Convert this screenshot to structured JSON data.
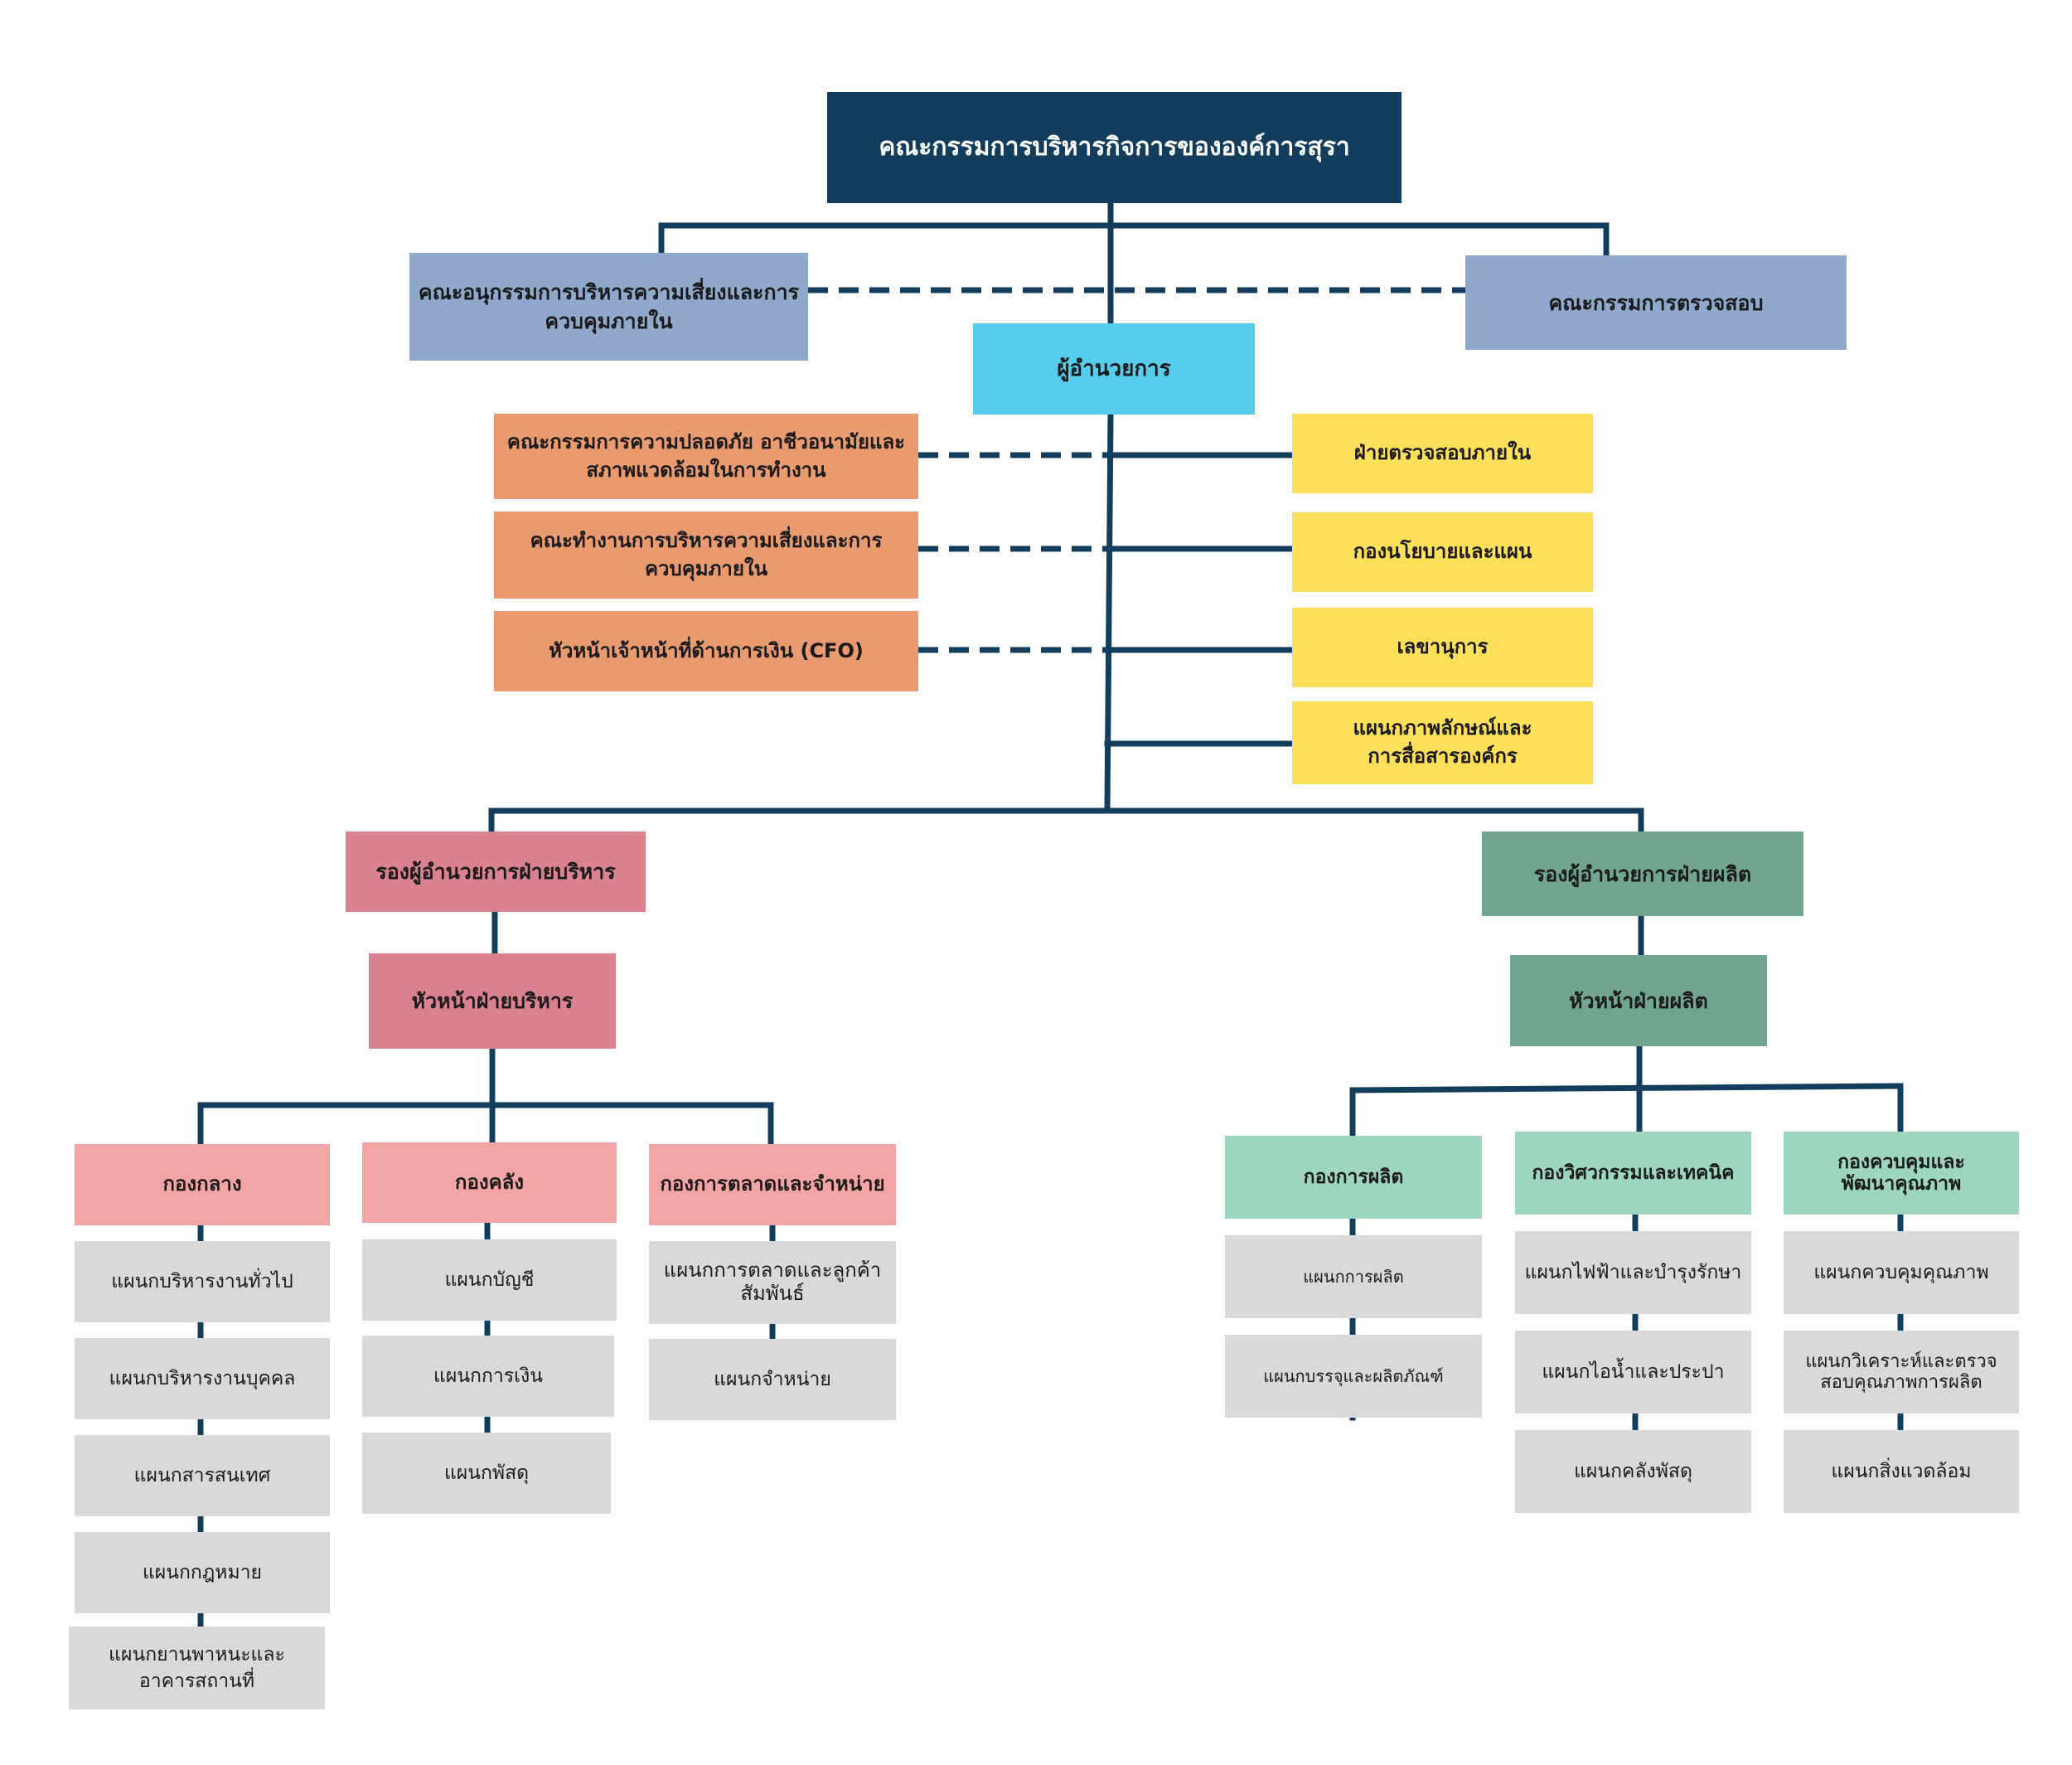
{
  "colors": {
    "line": "#123d5c",
    "board": "#123d5c",
    "committee": "#8fa8cc",
    "director": "#56cdec",
    "working_group": "#e99a6e",
    "staff_unit": "#fddf5a",
    "admin_division": "#da8290",
    "admin_department": "#f3a5a6",
    "production_division": "#72a590",
    "production_department": "#9dd6bf",
    "section": "#d9d9d9"
  },
  "board": "คณะกรรมการบริหารกิจการขององค์การสุรา",
  "committees": {
    "risk": "คณะอนุกรรมการบริหารความเสี่ยงและการควบคุมภายใน",
    "audit": "คณะกรรมการตรวจสอบ"
  },
  "director": "ผู้อำนวยการ",
  "working_groups": [
    "คณะกรรมการความปลอดภัย อาชีวอนามัยและสภาพแวดล้อมในการทำงาน",
    "คณะทำงานการบริหารความเสี่ยงและการควบคุมภายใน",
    "หัวหน้าเจ้าหน้าที่ด้านการเงิน (CFO)"
  ],
  "staff_units": [
    "ฝ่ายตรวจสอบภายใน",
    "กองนโยบายและแผน",
    "เลขานุการ",
    "แผนกภาพลักษณ์และการสื่อสารองค์กร"
  ],
  "administration": {
    "deputy": "รองผู้อำนวยการฝ่ายบริหาร",
    "head": "หัวหน้าฝ่ายบริหาร",
    "departments": [
      {
        "name": "กองกลาง",
        "sections": [
          "แผนกบริหารงานทั่วไป",
          "แผนกบริหารงานบุคคล",
          "แผนกสารสนเทศ",
          "แผนกกฎหมาย",
          "แผนกยานพาหนะและอาคารสถานที่"
        ]
      },
      {
        "name": "กองคลัง",
        "sections": [
          "แผนกบัญชี",
          "แผนกการเงิน",
          "แผนกพัสดุ"
        ]
      },
      {
        "name": "กองการตลาดและจำหน่าย",
        "sections": [
          "แผนกการตลาดและลูกค้าสัมพันธ์",
          "แผนกจำหน่าย"
        ]
      }
    ]
  },
  "production": {
    "deputy": "รองผู้อำนวยการฝ่ายผลิต",
    "head": "หัวหน้าฝ่ายผลิต",
    "departments": [
      {
        "name": "กองการผลิต",
        "sections": [
          "แผนกการผลิต",
          "แผนกบรรจุและผลิตภัณฑ์"
        ]
      },
      {
        "name": "กองวิศวกรรมและเทคนิค",
        "sections": [
          "แผนกไฟฟ้าและบำรุงรักษา",
          "แผนกไอน้ำและประปา",
          "แผนกคลังพัสดุ"
        ]
      },
      {
        "name": "กองควบคุมและพัฒนาคุณภาพ",
        "sections": [
          "แผนกควบคุมคุณภาพ",
          "แผนกวิเคราะห์และตรวจสอบคุณภาพการผลิต",
          "แผนกสิ่งแวดล้อม"
        ]
      }
    ]
  }
}
